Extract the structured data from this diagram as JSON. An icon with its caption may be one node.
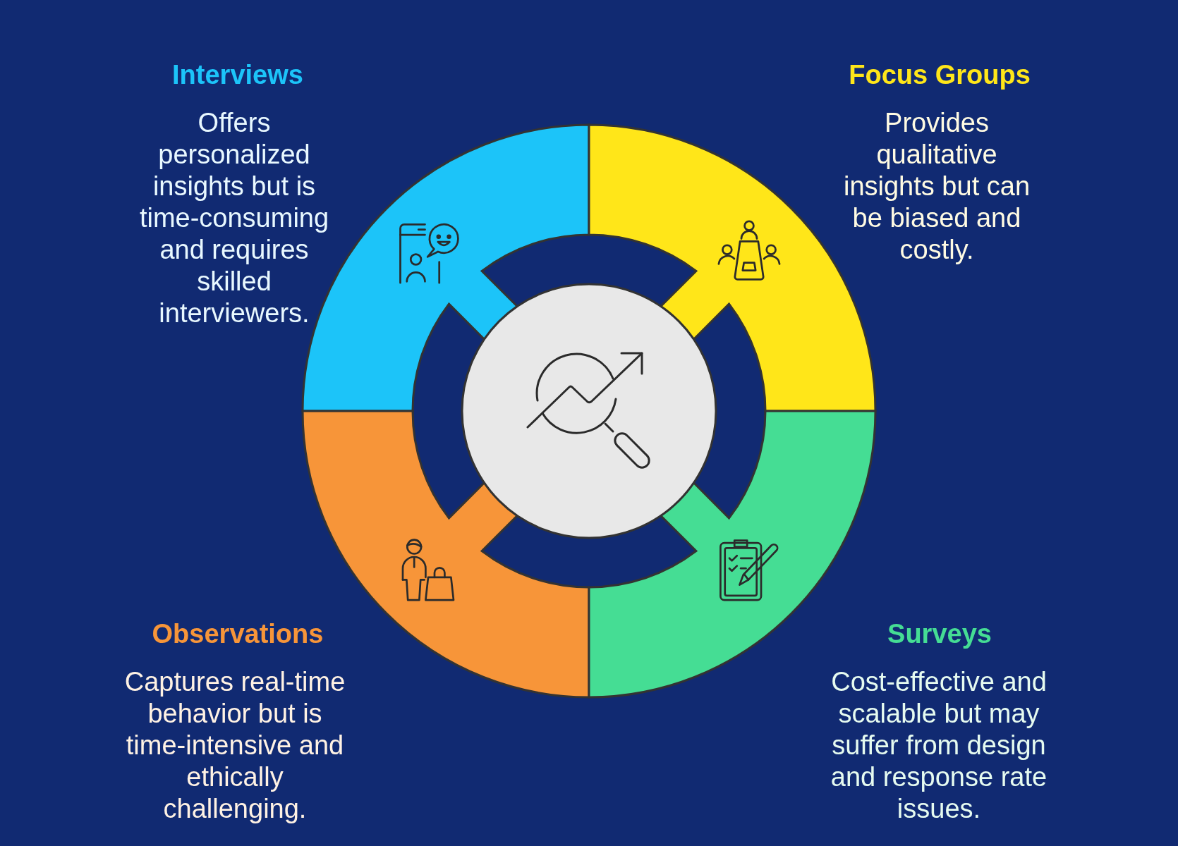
{
  "diagram": {
    "nodes": [
      {
        "text": [],
        "shape": "segment",
        "beside": [
          "Interviews",
          "Offers personalized insights but is time-consuming and requires skilled interviewers."
        ]
      },
      {
        "text": [],
        "shape": "segment",
        "beside": [
          "Focus Groups",
          "Provides qualitative insights but can be biased and costly."
        ]
      },
      {
        "text": [],
        "shape": "circle"
      },
      {
        "text": [],
        "shape": "segment",
        "beside": [
          "Observations",
          "Captures real-time behavior but is time-intensive and ethically challenging."
        ]
      },
      {
        "text": [],
        "shape": "segment",
        "beside": [
          "Surveys",
          "Cost-effective and scalable but may suffer from design and response rate issues."
        ]
      }
    ]
  }
}
